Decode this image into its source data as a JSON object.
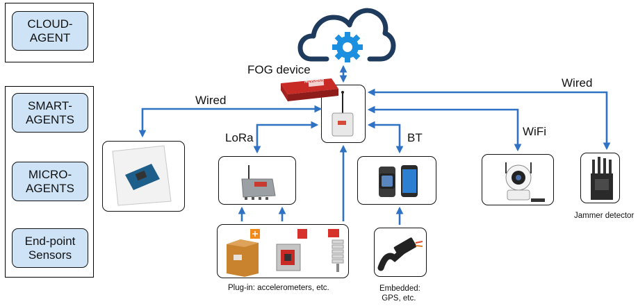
{
  "agents": {
    "cloud": "CLOUD-\nAGENT",
    "smart": "SMART-\nAGENTS",
    "micro": "MICRO-\nAGENTS",
    "endpoint": "End-point\nSensors"
  },
  "labels": {
    "fog_device": "FOG device",
    "wired_left": "Wired",
    "wired_right": "Wired",
    "lora": "LoRa",
    "bt": "BT",
    "wifi": "WiFi",
    "jammer": "Jammer detector",
    "plugin": "Plug-in:  accelerometers,  etc.",
    "embedded": "Embedded:\n GPS, etc.",
    "nuvobox": "NuvoBox",
    "gps": "GPS"
  },
  "colors": {
    "arrow": "#2f72c4",
    "agent_fill": "#cfe3f7",
    "cloud": "#1e3a5c",
    "gear": "#1d8fe0"
  }
}
